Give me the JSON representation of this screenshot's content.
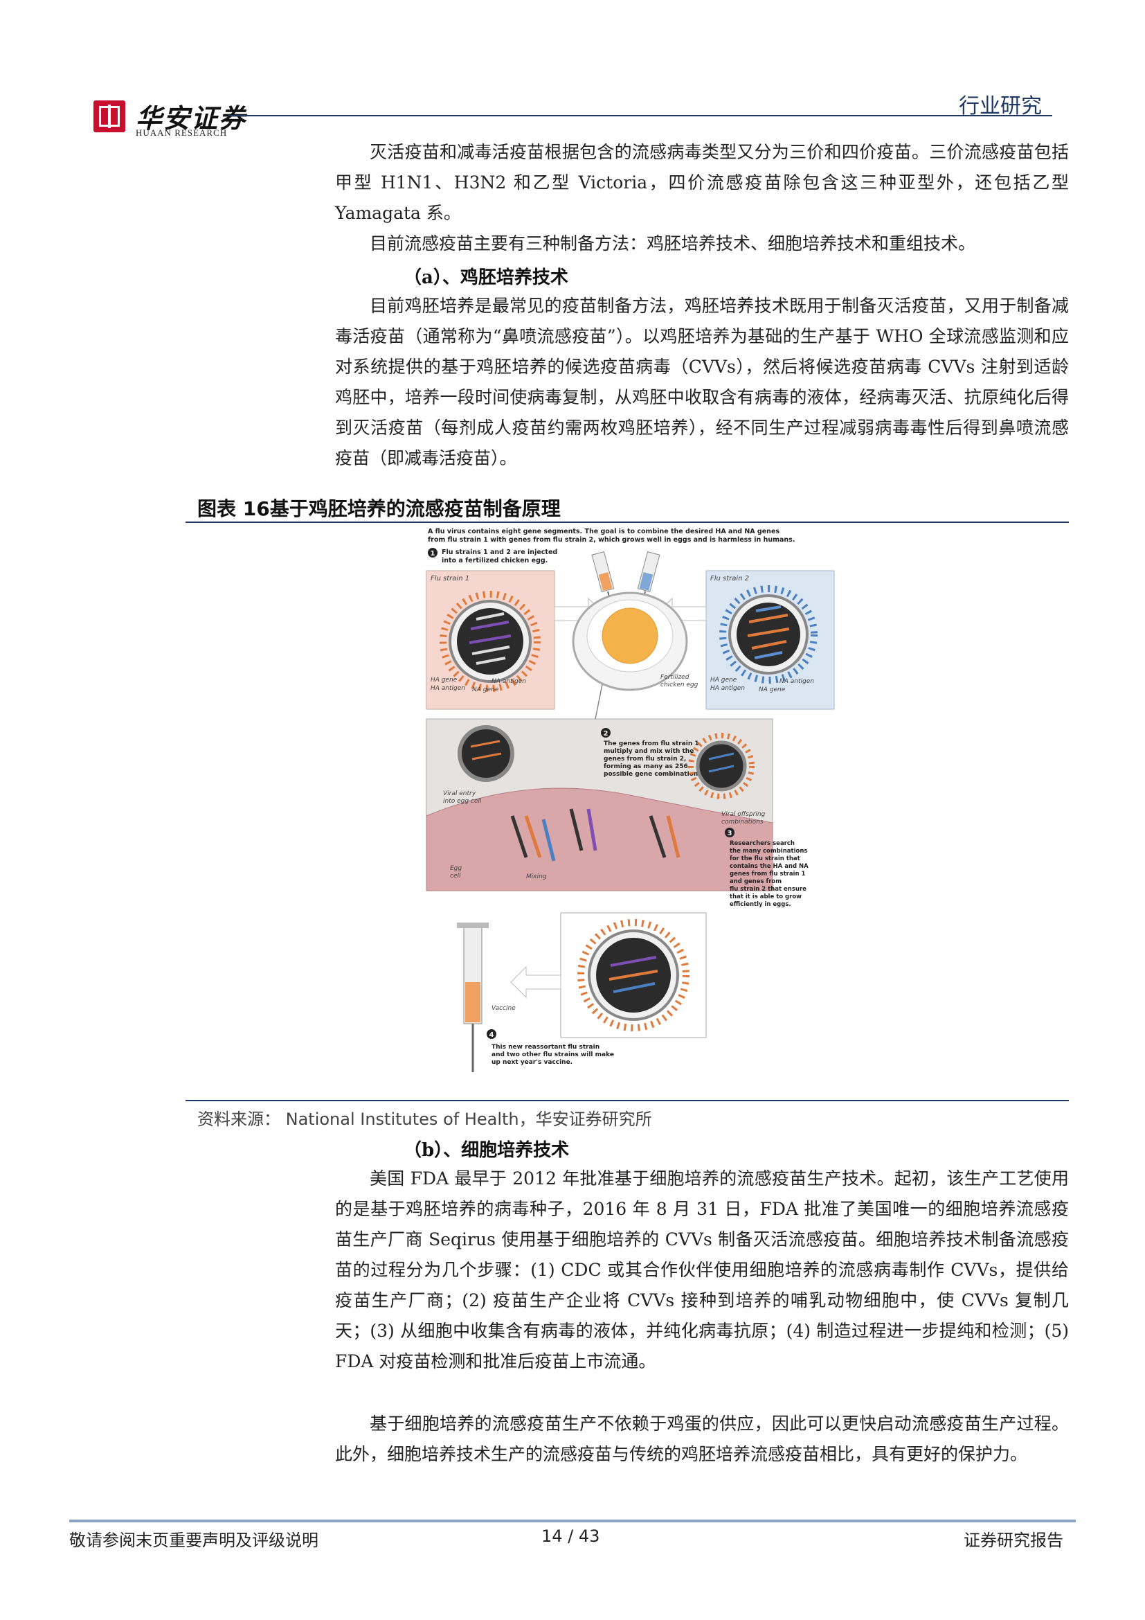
{
  "header": {
    "logo_cn": "华安证券",
    "logo_en": "HUAAN RESEARCH",
    "section": "行业研究"
  },
  "body": {
    "p1": "灭活疫苗和减毒活疫苗根据包含的流感病毒类型又分为三价和四价疫苗。三价流感疫苗包括甲型 H1N1、H3N2 和乙型 Victoria，四价流感疫苗除包含这三种亚型外，还包括乙型 Yamagata 系。",
    "p2": "目前流感疫苗主要有三种制备方法：鸡胚培养技术、细胞培养技术和重组技术。",
    "heading_a": "（a）、鸡胚培养技术",
    "p3": "目前鸡胚培养是最常见的疫苗制备方法，鸡胚培养技术既用于制备灭活疫苗，又用于制备减毒活疫苗（通常称为“鼻喷流感疫苗”）。以鸡胚培养为基础的生产基于 WHO 全球流感监测和应对系统提供的基于鸡胚培养的候选疫苗病毒（CVVs），然后将候选疫苗病毒 CVVs 注射到适龄鸡胚中，培养一段时间使病毒复制，从鸡胚中收取含有病毒的液体，经病毒灭活、抗原纯化后得到灭活疫苗（每剂成人疫苗约需两枚鸡胚培养），经不同生产过程减弱病毒毒性后得到鼻喷流感疫苗（即减毒活疫苗）。",
    "heading_b": "（b）、细胞培养技术",
    "p4": "美国 FDA 最早于 2012 年批准基于细胞培养的流感疫苗生产技术。起初，该生产工艺使用的是基于鸡胚培养的病毒种子，2016 年 8 月 31 日，FDA 批准了美国唯一的细胞培养流感疫苗生产厂商 Seqirus 使用基于细胞培养的 CVVs 制备灭活流感疫苗。细胞培养技术制备流感疫苗的过程分为几个步骤：(1) CDC 或其合作伙伴使用细胞培养的流感病毒制作 CVVs，提供给疫苗生产厂商；(2) 疫苗生产企业将 CVVs 接种到培养的哺乳动物细胞中，使 CVVs 复制几天；(3) 从细胞中收集含有病毒的液体，并纯化病毒抗原；(4) 制造过程进一步提纯和检测；(5) FDA 对疫苗检测和批准后疫苗上市流通。",
    "p5": "基于细胞培养的流感疫苗生产不依赖于鸡蛋的供应，因此可以更快启动流感疫苗生产过程。此外，细胞培养技术生产的流感疫苗与传统的鸡胚培养流感疫苗相比，具有更好的保护力。"
  },
  "figure": {
    "title": "图表 16基于鸡胚培养的流感疫苗制备原理",
    "source": "资料来源：   National Institutes of Health，华安证券研究所",
    "intro_line1": "A flu virus contains eight gene segments. The goal is to combine the desired HA and NA genes",
    "intro_line2": "from flu strain 1 with genes from flu strain 2, which grows well in eggs and is harmless in humans.",
    "step1_line1": "Flu strains 1 and 2 are injected",
    "step1_line2": "into a fertilized chicken egg.",
    "strain1": "Flu strain 1",
    "strain2": "Flu strain 2",
    "ha_gene": "HA gene",
    "ha_antigen": "HA antigen",
    "na_antigen": "NA antigen",
    "na_gene": "NA gene",
    "egg_line1": "Fertilized",
    "egg_line2": "chicken egg",
    "step2_l1": "The genes from flu strain 1",
    "step2_l2": "multiply and mix with the",
    "step2_l3": "genes from flu strain 2,",
    "step2_l4": "forming as many as 256",
    "step2_l5": "possible gene combinations.",
    "viral_entry_1": "Viral entry",
    "viral_entry_2": "into egg cell",
    "egg_cell_1": "Egg",
    "egg_cell_2": "cell",
    "mixing": "Mixing",
    "offspring_1": "Viral offspring",
    "offspring_2": "combinations",
    "step3_l1": "Researchers search",
    "step3_l2": "the many combinations",
    "step3_l3": "for the flu strain that",
    "step3_l4": "contains the HA and NA",
    "step3_l5": "genes from flu strain 1",
    "step3_l6": "and genes from",
    "step3_l7": "flu strain 2 that ensure",
    "step3_l8": "that it is able to grow",
    "step3_l9": "efficiently in eggs.",
    "vaccine": "Vaccine",
    "step4_l1": "This new reassortant flu strain",
    "step4_l2": "and two other flu strains will make",
    "step4_l3": "up next year's vaccine.",
    "n1": "1",
    "n2": "2",
    "n3": "3",
    "n4": "4"
  },
  "footer": {
    "left": "敬请参阅末页重要声明及评级说明",
    "page": "14 / 43",
    "right": "证券研究报告"
  },
  "colors": {
    "accent_navy": "#1f3864",
    "logo_red": "#c8102e",
    "strain1_bg": "#f6d7cf",
    "strain2_bg": "#dbe6f3",
    "virus_orange": "#e07a3c",
    "virus_blue": "#4a7fc1"
  }
}
